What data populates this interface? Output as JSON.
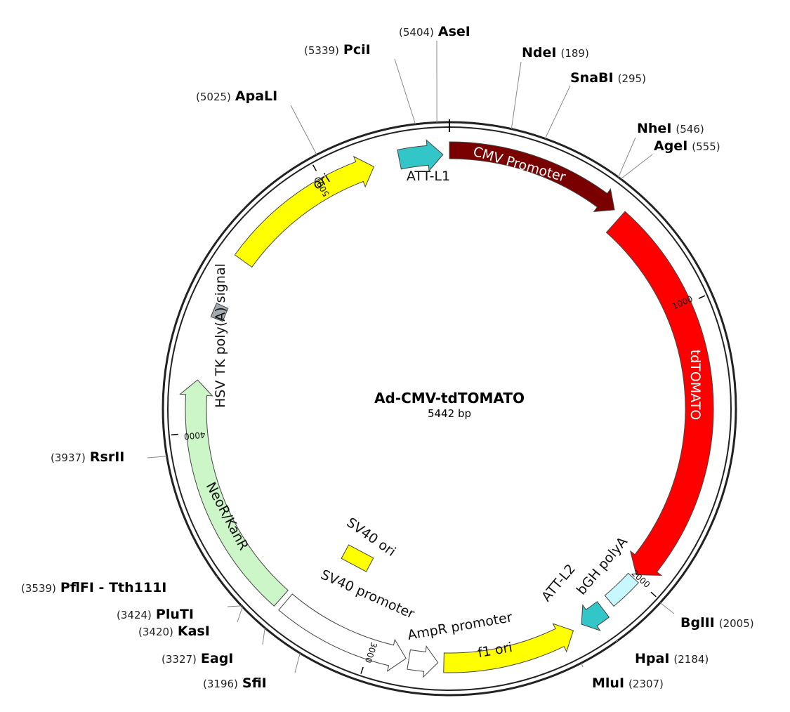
{
  "plasmid": {
    "name": "Ad-CMV-tdTOMATO",
    "length_label": "5442 bp",
    "length": 5442
  },
  "features": [
    {
      "name": "CMV Promoter",
      "start": 0,
      "end": 600,
      "color": "#7a0000",
      "text_color": "#ffffff",
      "arrow": "forward"
    },
    {
      "name": "tdTOMATO",
      "start": 630,
      "end": 1990,
      "color": "#ff0000",
      "text_color": "#ffffff",
      "arrow": "forward"
    },
    {
      "name": "bGH polyA",
      "start": 2005,
      "end": 2120,
      "color": "#c8f8ff",
      "text_color": "#111111",
      "arrow": "none"
    },
    {
      "name": "ATT-L2",
      "start": 2155,
      "end": 2245,
      "color": "#33c6c8",
      "text_color": "#111111",
      "arrow": "forward"
    },
    {
      "name": "f1 ori",
      "start": 2280,
      "end": 2740,
      "color": "#ffff00",
      "text_color": "#111111",
      "arrow": "backward"
    },
    {
      "name": "AmpR promoter",
      "start": 2760,
      "end": 2860,
      "color": "#ffffff",
      "text_color": "#111111",
      "arrow": "backward"
    },
    {
      "name": "SV40 promoter",
      "start": 2870,
      "end": 3330,
      "color": "#ffffff",
      "text_color": "#111111",
      "arrow": "backward"
    },
    {
      "name": "SV40 ori",
      "color": "#ffff00",
      "text_color": "#111111",
      "arrow": "none"
    },
    {
      "name": "NeoR/KanR",
      "start": 3350,
      "end": 4180,
      "color": "#ccf5c8",
      "text_color": "#111111",
      "arrow": "forward"
    },
    {
      "name": "HSV TK poly(A) signal",
      "start": 4400,
      "end": 4450,
      "color": "#a0a8b0",
      "text_color": "#111111",
      "arrow": "none"
    },
    {
      "name": "ori",
      "start": 4620,
      "end": 5180,
      "color": "#ffff00",
      "text_color": "#111111",
      "arrow": "forward"
    },
    {
      "name": "ATT-L1",
      "start": 5270,
      "end": 5420,
      "color": "#33c6c8",
      "text_color": "#111111",
      "arrow": "forward"
    }
  ],
  "ticks": [
    {
      "pos": 1000,
      "label": "1000"
    },
    {
      "pos": 2000,
      "label": "2000"
    },
    {
      "pos": 3000,
      "label": "3000"
    },
    {
      "pos": 4000,
      "label": "4000"
    },
    {
      "pos": 5000,
      "label": "5000"
    }
  ],
  "enzymes": [
    {
      "name": "AseI",
      "pos_label": "(5404)",
      "pos": 5404
    },
    {
      "name": "PciI",
      "pos_label": "(5339)",
      "pos": 5339
    },
    {
      "name": "NdeI",
      "pos_label": "(189)",
      "pos": 189
    },
    {
      "name": "SnaBI",
      "pos_label": "(295)",
      "pos": 295
    },
    {
      "name": "NheI",
      "pos_label": "(546)",
      "pos": 546
    },
    {
      "name": "AgeI",
      "pos_label": "(555)",
      "pos": 555
    },
    {
      "name": "ApaLI",
      "pos_label": "(5025)",
      "pos": 5025
    },
    {
      "name": "RsrII",
      "pos_label": "(3937)",
      "pos": 3937
    },
    {
      "name": "PflFI - Tth111I",
      "pos_label": "(3539)",
      "pos": 3539
    },
    {
      "name": "PluTI",
      "pos_label": "(3424)",
      "pos": 3424
    },
    {
      "name": "KasI",
      "pos_label": "(3420)",
      "pos": 3420
    },
    {
      "name": "EagI",
      "pos_label": "(3327)",
      "pos": 3327
    },
    {
      "name": "SfiI",
      "pos_label": "(3196)",
      "pos": 3196
    },
    {
      "name": "BglII",
      "pos_label": "(2005)",
      "pos": 2005
    },
    {
      "name": "HpaI",
      "pos_label": "(2184)",
      "pos": 2184
    },
    {
      "name": "MluI",
      "pos_label": "(2307)",
      "pos": 2307
    }
  ]
}
